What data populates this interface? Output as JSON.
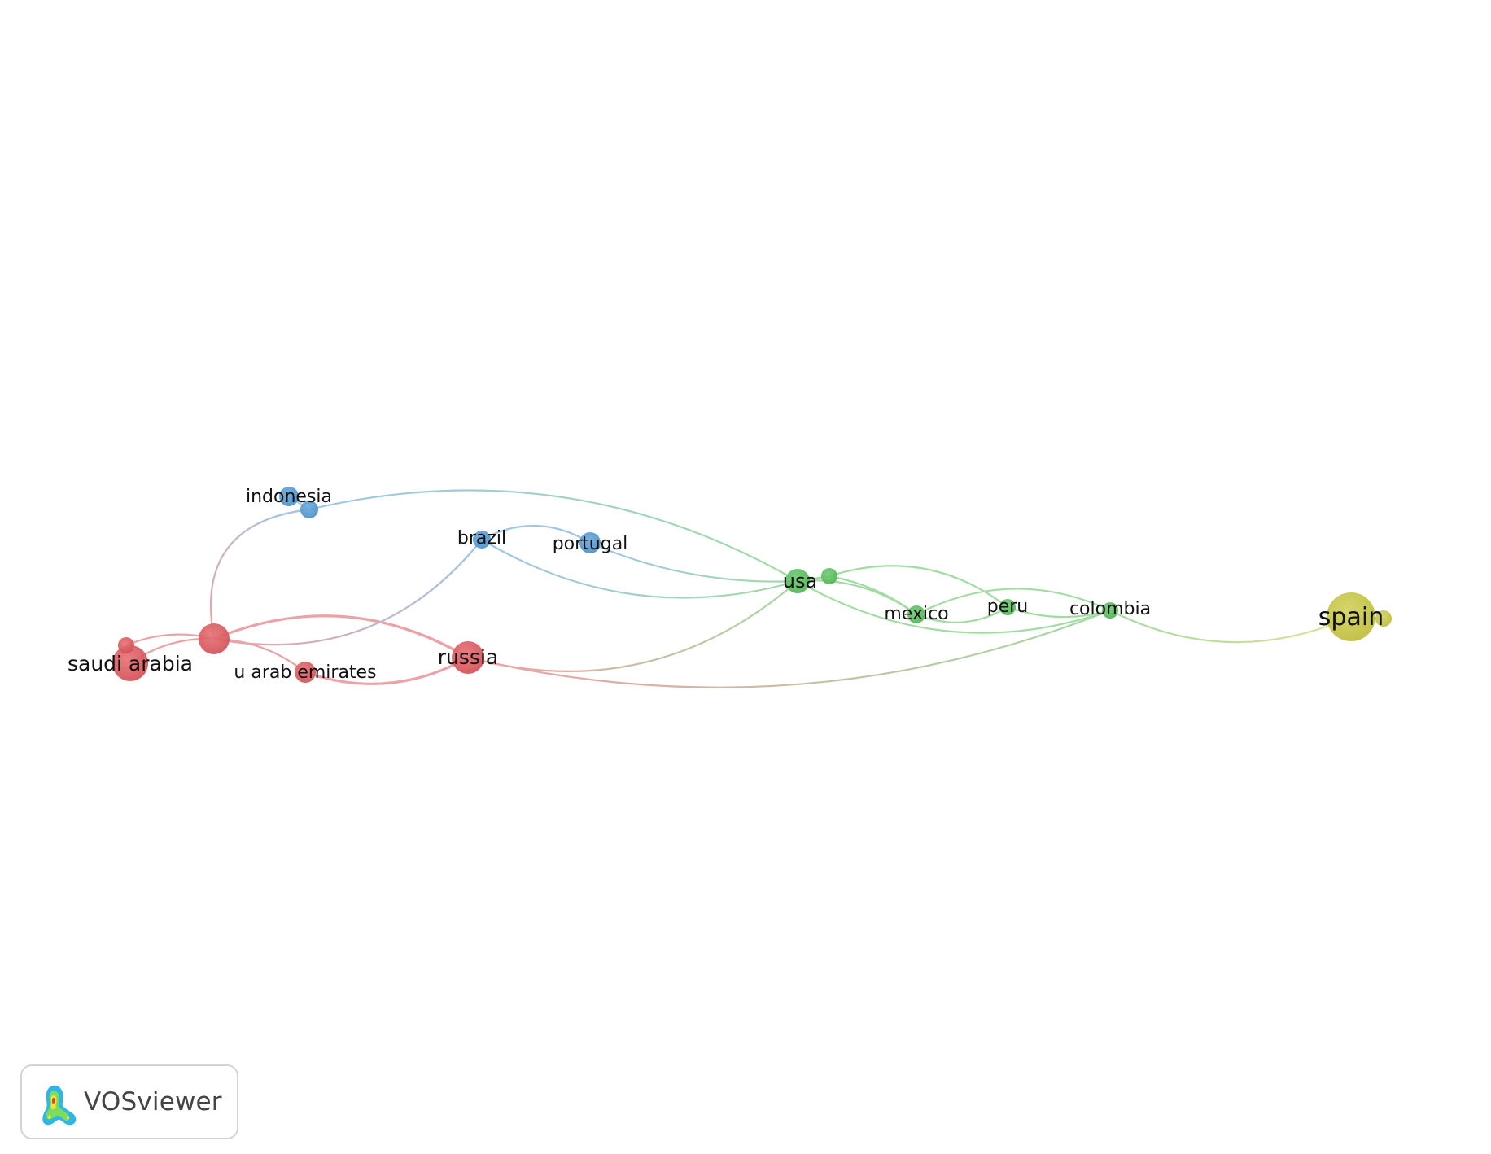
{
  "network": {
    "clusters": [
      {
        "id": 1,
        "color": "#e0545a"
      },
      {
        "id": 2,
        "color": "#55c058"
      },
      {
        "id": 3,
        "color": "#4f98d6"
      },
      {
        "id": 4,
        "color": "#c9c83e"
      }
    ],
    "nodes": [
      {
        "id": "saudi-arabia",
        "label": "saudi arabia",
        "cluster": 1
      },
      {
        "id": "russia",
        "label": "russia",
        "cluster": 1
      },
      {
        "id": "u-arab-emirates",
        "label": "u arab emirates",
        "cluster": 1
      },
      {
        "id": "red-hub",
        "label": "",
        "cluster": 1
      },
      {
        "id": "red-small",
        "label": "",
        "cluster": 1
      },
      {
        "id": "indonesia",
        "label": "indonesia",
        "cluster": 3
      },
      {
        "id": "blue-small",
        "label": "",
        "cluster": 3
      },
      {
        "id": "brazil",
        "label": "brazil",
        "cluster": 3
      },
      {
        "id": "portugal",
        "label": "portugal",
        "cluster": 3
      },
      {
        "id": "usa",
        "label": "usa",
        "cluster": 2
      },
      {
        "id": "green-small",
        "label": "",
        "cluster": 2
      },
      {
        "id": "mexico",
        "label": "mexico",
        "cluster": 2
      },
      {
        "id": "peru",
        "label": "peru",
        "cluster": 2
      },
      {
        "id": "colombia",
        "label": "colombia",
        "cluster": 2
      },
      {
        "id": "spain",
        "label": "spain",
        "cluster": 4
      },
      {
        "id": "yellow-small",
        "label": "",
        "cluster": 4
      }
    ],
    "links": [
      [
        "red-small",
        "red-hub"
      ],
      [
        "saudi-arabia",
        "red-hub"
      ],
      [
        "red-hub",
        "u-arab-emirates"
      ],
      [
        "red-hub",
        "russia"
      ],
      [
        "u-arab-emirates",
        "russia"
      ],
      [
        "red-hub",
        "blue-small"
      ],
      [
        "red-hub",
        "brazil"
      ],
      [
        "indonesia",
        "blue-small"
      ],
      [
        "blue-small",
        "usa"
      ],
      [
        "brazil",
        "portugal"
      ],
      [
        "brazil",
        "usa"
      ],
      [
        "portugal",
        "usa"
      ],
      [
        "russia",
        "usa"
      ],
      [
        "russia",
        "colombia"
      ],
      [
        "usa",
        "green-small"
      ],
      [
        "usa",
        "mexico"
      ],
      [
        "green-small",
        "peru"
      ],
      [
        "usa",
        "colombia"
      ],
      [
        "green-small",
        "mexico"
      ],
      [
        "mexico",
        "peru"
      ],
      [
        "mexico",
        "colombia"
      ],
      [
        "peru",
        "colombia"
      ],
      [
        "colombia",
        "spain"
      ],
      [
        "spain",
        "yellow-small"
      ]
    ]
  },
  "logo": {
    "text": "VOSviewer",
    "icon": "vosviewer-logo-icon"
  }
}
